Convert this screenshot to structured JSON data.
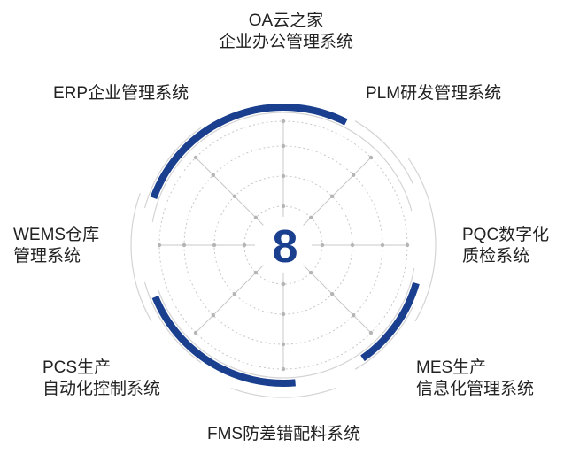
{
  "center": {
    "count": "8"
  },
  "systems": [
    {
      "id": "oa",
      "lines": [
        "OA云之家",
        "企业办公管理系统"
      ]
    },
    {
      "id": "plm",
      "lines": [
        "PLM研发管理系统"
      ]
    },
    {
      "id": "pqc",
      "lines": [
        "PQC数字化",
        "质检系统"
      ]
    },
    {
      "id": "mes",
      "lines": [
        "MES生产",
        "信息化管理系统"
      ]
    },
    {
      "id": "fms",
      "lines": [
        "FMS防差错配料系统"
      ]
    },
    {
      "id": "pcs",
      "lines": [
        "PCS生产",
        "自动化控制系统"
      ]
    },
    {
      "id": "wems",
      "lines": [
        "WEMS仓库",
        "管理系统"
      ]
    },
    {
      "id": "erp",
      "lines": [
        "ERP企业管理系统"
      ]
    }
  ],
  "colors": {
    "accent": "#1a3f8f",
    "grid": "#c8c8c8",
    "ring": "#d4d4d4",
    "text": "#222222"
  }
}
